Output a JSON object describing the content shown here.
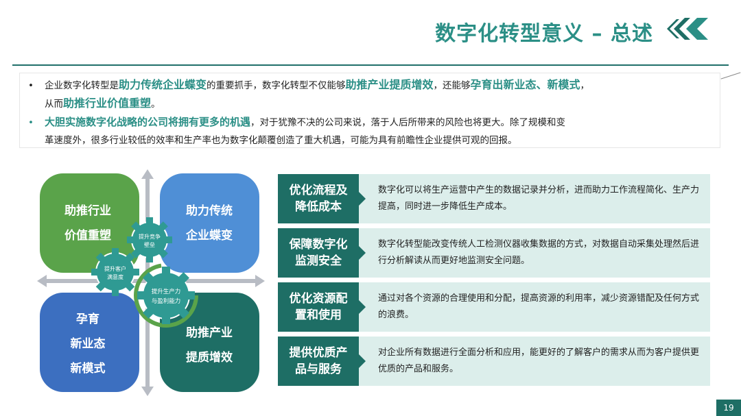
{
  "header": {
    "title": "数字化转型意义 – 总述"
  },
  "intro": {
    "b1_t1": "企业数字化转型是",
    "b1_h1": "助力传统企业蝶变",
    "b1_t2": "的重要抓手，数字化转型不仅能够",
    "b1_h2": "助推产业提质增效",
    "b1_t3": "，还能够",
    "b1_h3": "孕育出新业态、新模式",
    "b1_t4": "，",
    "b1_t5": "从而",
    "b1_h4": "助推行业价值重塑",
    "b1_t6": "。",
    "b2_h1": "大胆实施数字化战略的公司将拥有更多的机遇",
    "b2_t1": "，对于犹豫不决的公司来说，落于人后所带来的风险也将更大。除了规模和变",
    "b2_t2": "革速度外，很多行业较低的效率和生产率也为数字化颠覆创造了重大机遇，可能为具有前瞻性企业提供可观的回报。"
  },
  "diagram": {
    "q1": [
      "助推行业",
      "价值重塑"
    ],
    "q2": [
      "助力传统",
      "企业蝶变"
    ],
    "q3": [
      "孕育",
      "新业态",
      "新模式"
    ],
    "q4": [
      "助推产业",
      "提质增效"
    ],
    "gear1": [
      "提升竞争",
      "壁垒"
    ],
    "gear2": [
      "提升客户",
      "满意度"
    ],
    "gear3": [
      "提升生产力",
      "与盈利能力"
    ],
    "colors": {
      "q1": "#5aa34a",
      "q2": "#4f8fd6",
      "q3": "#3c6fc0",
      "q4": "#1e6e65",
      "gear_teal": "#2f9a93",
      "gear_green": "#5aa34a",
      "arrow": "#b8bcc4"
    }
  },
  "rows": [
    {
      "label": [
        "优化流程及",
        "降低成本"
      ],
      "desc": "数字化可以将生产运营中产生的数据记录并分析，进而助力工作流程简化、生产力提高，同时进一步降低生产成本。"
    },
    {
      "label": [
        "保障数字化",
        "监测安全"
      ],
      "desc": "数字化转型能改变传统人工检测仪器收集数据的方式，对数据自动采集处理然后进行分析解读从而更好地监测安全问题。"
    },
    {
      "label": [
        "优化资源配",
        "置和使用"
      ],
      "desc": "通过对各个资源的合理使用和分配，提高资源的利用率，减少资源错配及任何方式的浪费。"
    },
    {
      "label": [
        "提供优质产",
        "品与服务"
      ],
      "desc": "对企业所有数据进行全面分析和应用，能更好的了解客户的需求从而为客户提供更优质的产品和服务。"
    }
  ],
  "footer": {
    "page_number": "19"
  }
}
